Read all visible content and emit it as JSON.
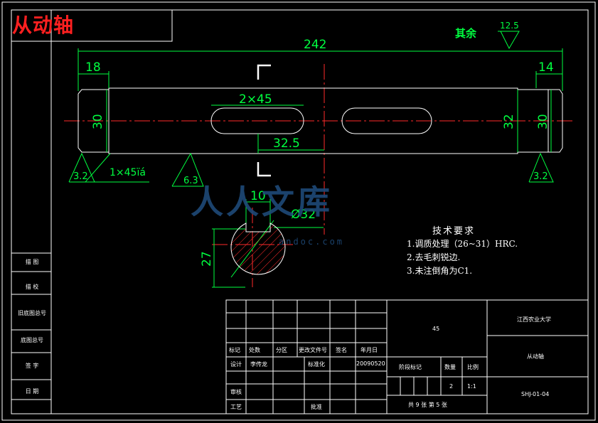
{
  "drawing_title": "从动轴",
  "watermark": {
    "text": "人人文库",
    "url": "andoc.com"
  },
  "surface": {
    "other_label": "其余",
    "other_value": "12.5",
    "left": "3.2",
    "middle": "6.3",
    "right": "3.2"
  },
  "dimensions": {
    "total_length": "242",
    "left_step": "18",
    "right_step": "14",
    "left_dia": "30",
    "mid_dia": "32",
    "right_dia": "30",
    "keyway": "2×45",
    "key_pos": "32.5",
    "chamfer": "1×45ïá",
    "section_width": "10",
    "section_dia": "Ø32",
    "section_depth": "27"
  },
  "tech_requirements": {
    "title": "技术要求",
    "items": [
      "1.调质处理（26~31）HRC.",
      "2.去毛刺锐边.",
      "3.未注倒角为C1."
    ]
  },
  "side_labels": [
    "描 图",
    "描 校",
    "旧底图总号",
    "底图总号",
    "签 字",
    "日 期"
  ],
  "title_block": {
    "headers": [
      "标记",
      "处数",
      "分区",
      "更改文件号",
      "签名",
      "年月日"
    ],
    "design_label": "设计",
    "designer": "李传龙",
    "standard_label": "标准化",
    "design_date": "20090520",
    "review_label": "审核",
    "process_label": "工艺",
    "approve_label": "批准",
    "material": "45",
    "school": "江西农业大学",
    "part_name": "从动轴",
    "stage_label": "阶段标记",
    "qty_label": "数量",
    "scale_label": "比例",
    "qty": "2",
    "scale": "1:1",
    "sheet_info": "共 9 张  第 5 张",
    "drawing_no": "SHJ-01-04"
  }
}
